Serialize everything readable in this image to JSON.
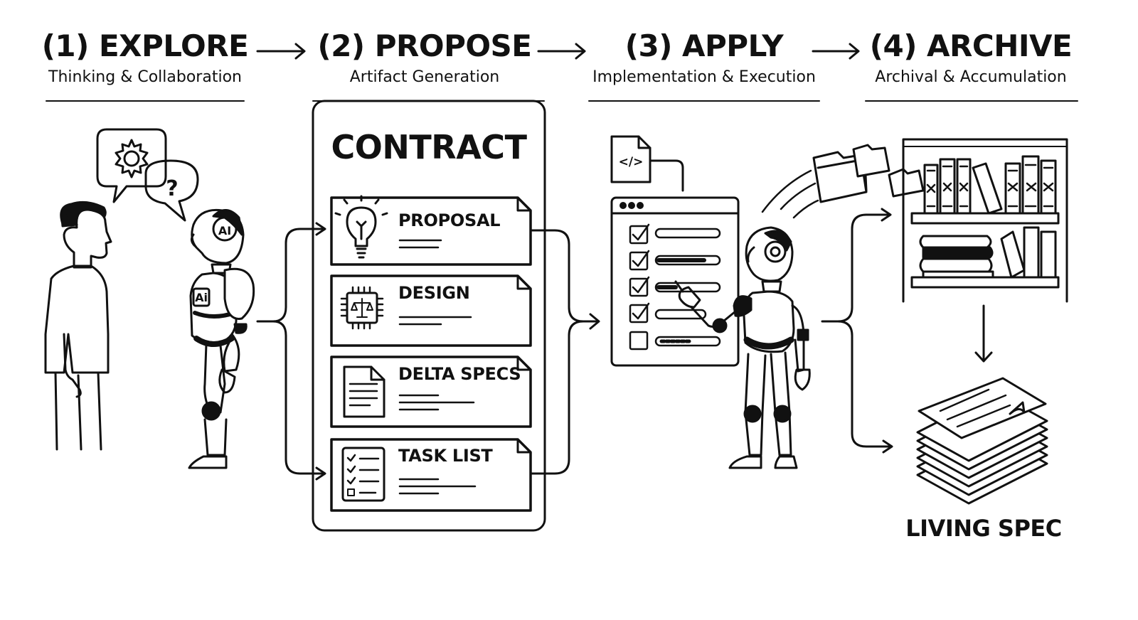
{
  "steps": [
    {
      "title": "(1) EXPLORE",
      "subtitle": "Thinking & Collaboration"
    },
    {
      "title": "(2) PROPOSE",
      "subtitle": "Artifact Generation"
    },
    {
      "title": "(3) APPLY",
      "subtitle": "Implementation & Execution"
    },
    {
      "title": "(4) ARCHIVE",
      "subtitle": "Archival & Accumulation"
    }
  ],
  "contract": {
    "title": "CONTRACT",
    "cards": [
      {
        "label": "PROPOSAL",
        "icon": "lightbulb-icon"
      },
      {
        "label": "DESIGN",
        "icon": "chip-scales-icon"
      },
      {
        "label": "DELTA SPECS",
        "icon": "document-icon"
      },
      {
        "label": "TASK LIST",
        "icon": "checklist-icon"
      }
    ]
  },
  "explore": {
    "robot_badge": "AI",
    "chest_badge": "Ai",
    "bubble_mark": "?"
  },
  "apply": {
    "code_icon": "</>"
  },
  "archive": {
    "output_label": "LIVING SPEC"
  },
  "colors": {
    "ink": "#111111",
    "background": "#ffffff"
  }
}
